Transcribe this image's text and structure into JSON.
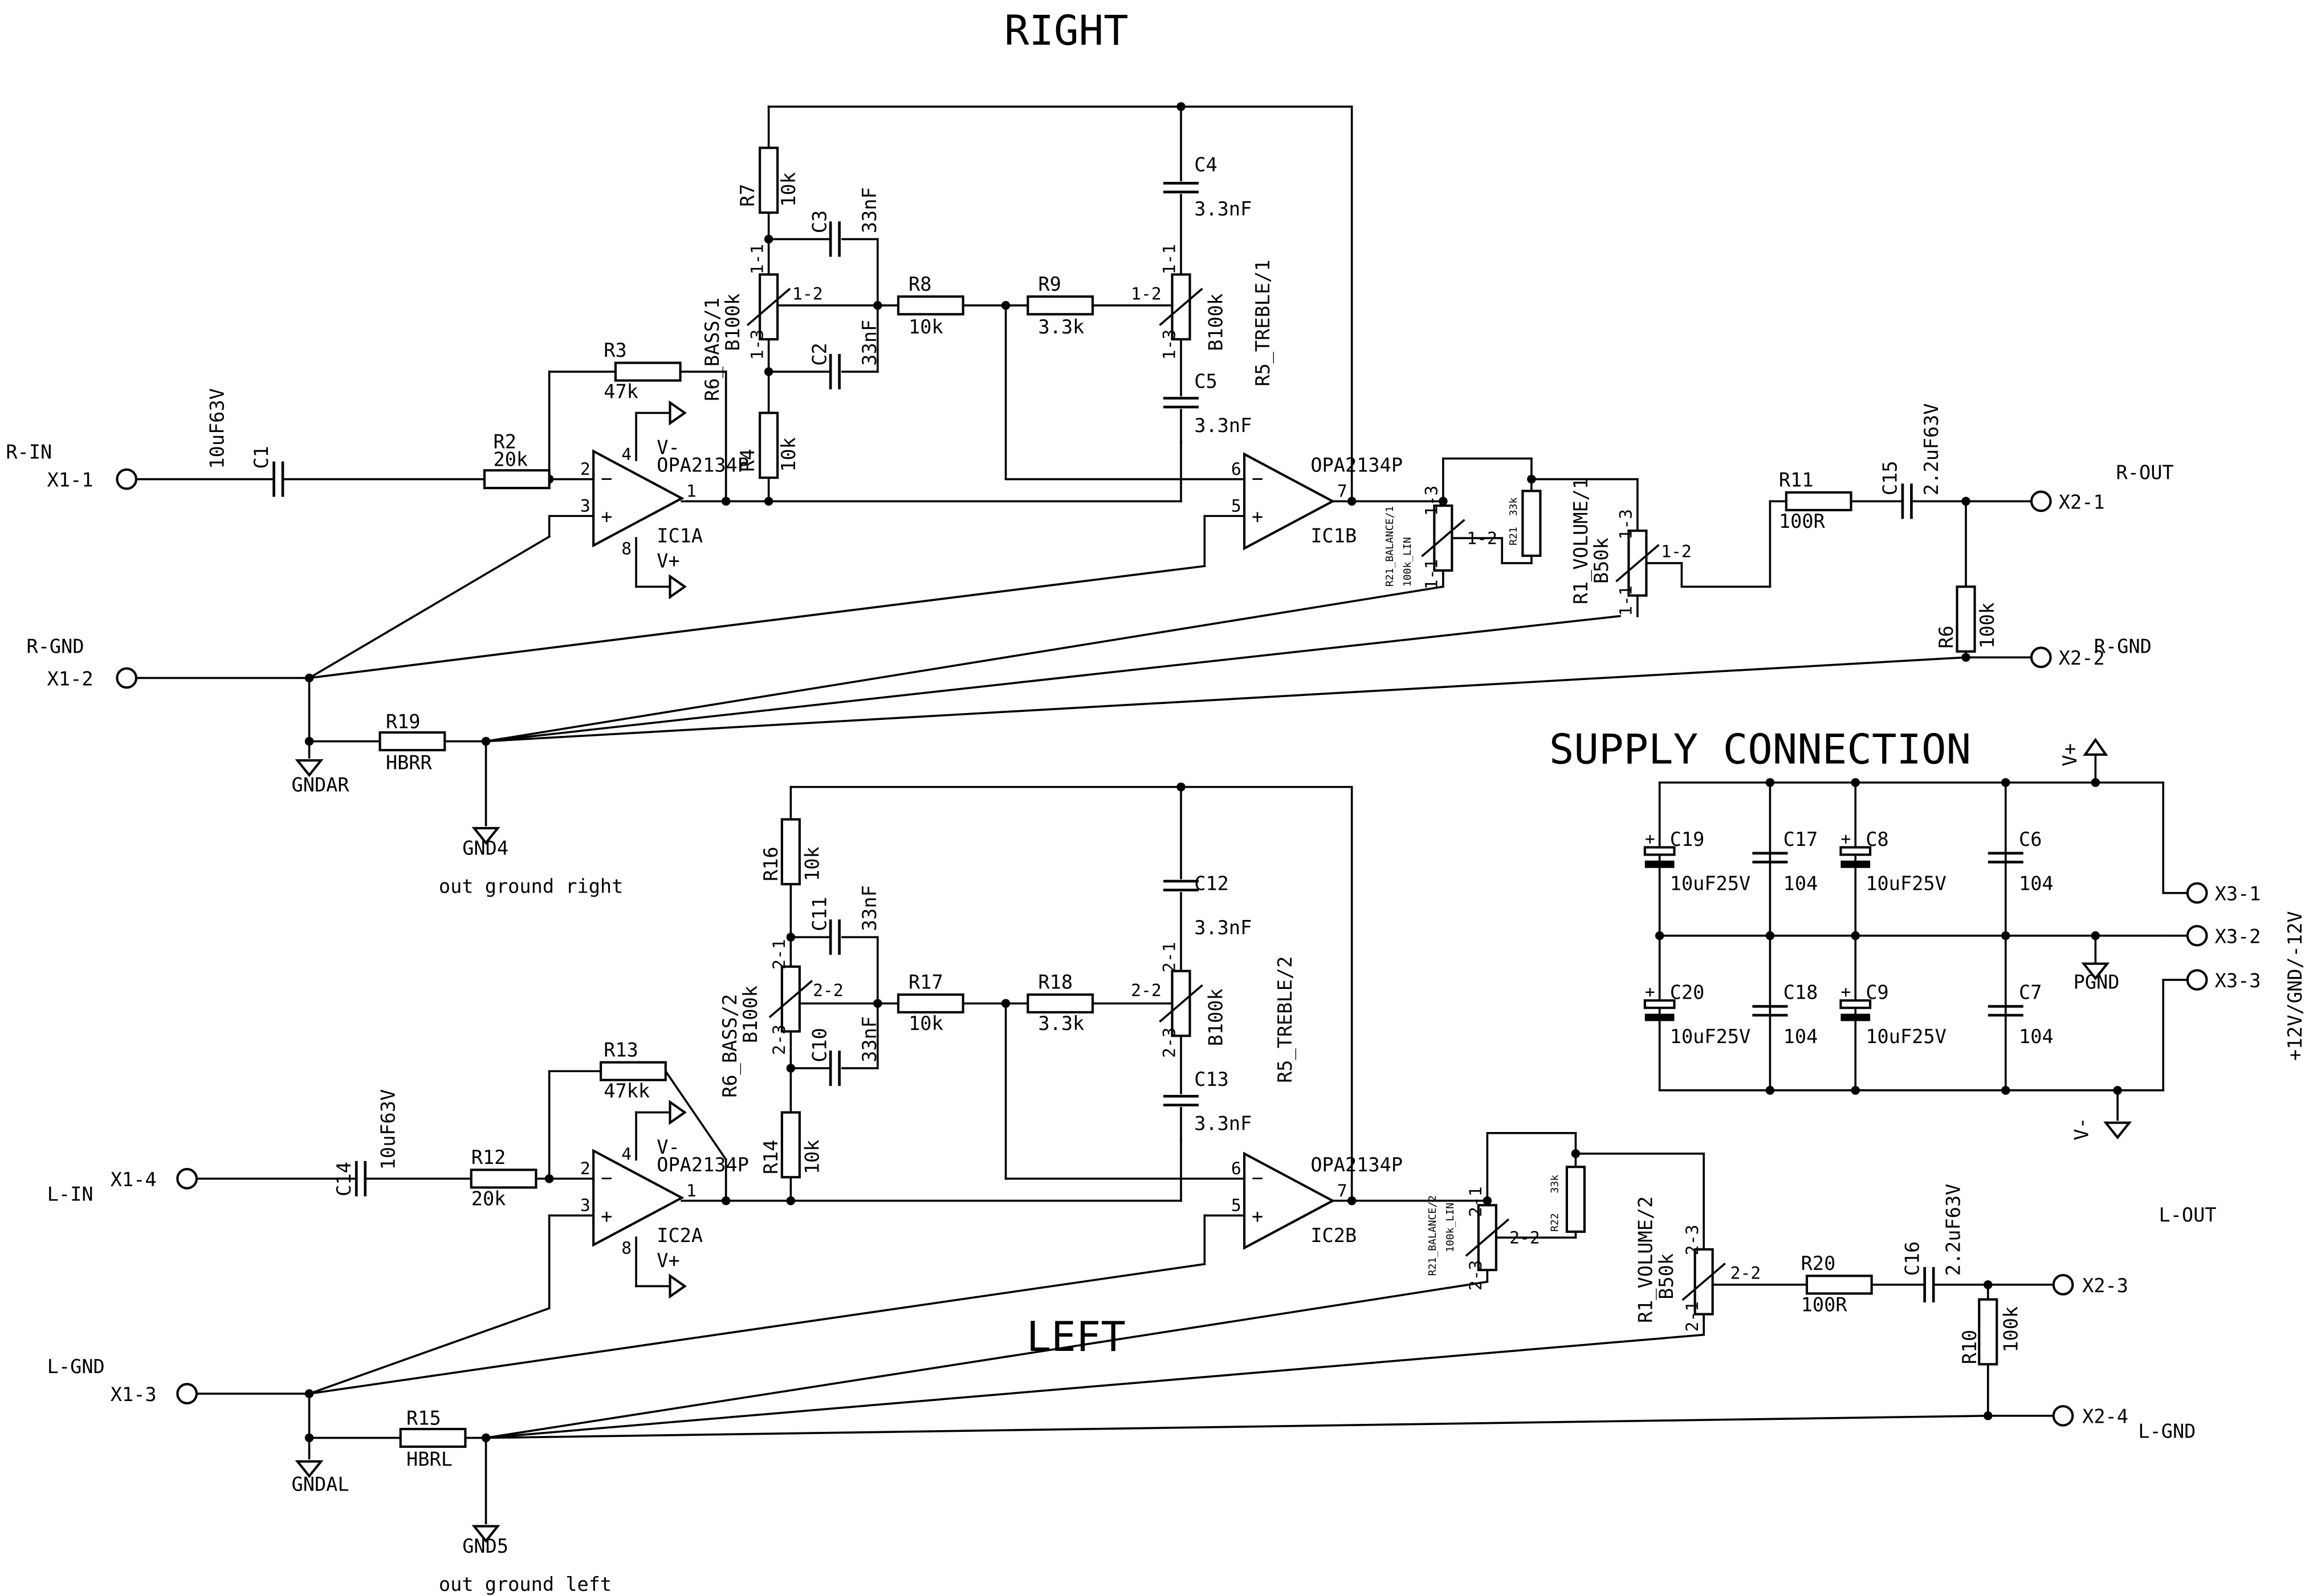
{
  "titles": {
    "right": "RIGHT",
    "left": "LEFT",
    "supply": "SUPPLY CONNECTION"
  },
  "labels": {
    "r_in": "R-IN",
    "r_gnd": "R-GND",
    "r_out": "R-OUT",
    "l_in": "L-IN",
    "l_gnd": "L-GND",
    "l_out": "L-OUT",
    "r_gnd_right": "R-GND",
    "l_gnd_right": "L-GND",
    "out_ground_right": "out ground right",
    "out_ground_left": "out ground left",
    "supply_rail": "+12V/GND/-12V",
    "gndar": "GNDAR",
    "gndal": "GNDAL",
    "gnd4": "GND4",
    "gnd5": "GND5",
    "pgnd": "PGND",
    "vplus": "V+",
    "vminus": "V-",
    "ic_vplus": "V+",
    "ic_vminus": "V-"
  },
  "connectors": {
    "x1_1": "X1-1",
    "x1_2": "X1-2",
    "x1_3": "X1-3",
    "x1_4": "X1-4",
    "x2_1": "X2-1",
    "x2_2": "X2-2",
    "x2_3": "X2-3",
    "x2_4": "X2-4",
    "x3_1": "X3-1",
    "x3_2": "X3-2",
    "x3_3": "X3-3"
  },
  "parts": {
    "c1": {
      "name": "C1",
      "value": "10uF63V"
    },
    "r2": {
      "name": "R2",
      "value": "20k"
    },
    "r3": {
      "name": "R3",
      "value": "47k"
    },
    "r7": {
      "name": "R7",
      "value": "10k"
    },
    "c3": {
      "name": "C3",
      "value": "33nF"
    },
    "c2": {
      "name": "C2",
      "value": "33nF"
    },
    "r4": {
      "name": "R4",
      "value": "10k"
    },
    "bass1": {
      "name": "R6_BASS/1",
      "value": "B100k",
      "p1": "1-1",
      "p2": "1-2",
      "p3": "1-3"
    },
    "r8": {
      "name": "R8",
      "value": "10k"
    },
    "r9": {
      "name": "R9",
      "value": "3.3k"
    },
    "treble1": {
      "name": "R5_TREBLE/1",
      "value": "B100k",
      "p1": "1-1",
      "p2": "1-2",
      "p3": "1-3"
    },
    "c4": {
      "name": "C4",
      "value": "3.3nF"
    },
    "c5": {
      "name": "C5",
      "value": "3.3nF"
    },
    "ic1a": {
      "name": "IC1A",
      "type": "OPA2134P",
      "pin_inv": "2",
      "pin_non": "3",
      "pin_out": "1",
      "pin_v_neg": "4",
      "pin_v_pos": "8"
    },
    "ic1b": {
      "name": "IC1B",
      "type": "OPA2134P",
      "pin_inv": "6",
      "pin_non": "5",
      "pin_out": "7"
    },
    "bal1": {
      "name": "R21_BALANCE/1",
      "value": "100k_LIN",
      "p1": "1-3",
      "p2": "1-2",
      "p3": "1-1"
    },
    "r21": {
      "name": "R21",
      "value": "33k"
    },
    "vol1": {
      "name": "R1_VOLUME/1",
      "value": "B50k",
      "p1": "1-3",
      "p2": "1-2",
      "p3": "1-1"
    },
    "r11": {
      "name": "R11",
      "value": "100R"
    },
    "c15": {
      "name": "C15",
      "value": "2.2uF63V"
    },
    "r6": {
      "name": "R6",
      "value": "100k"
    },
    "r19": {
      "name": "R19",
      "value": "HBRR"
    },
    "c14": {
      "name": "C14",
      "value": "10uF63V"
    },
    "r12": {
      "name": "R12",
      "value": "20k"
    },
    "r13": {
      "name": "R13",
      "value": "47kk"
    },
    "r16": {
      "name": "R16",
      "value": "10k"
    },
    "c11": {
      "name": "C11",
      "value": "33nF"
    },
    "c10": {
      "name": "C10",
      "value": "33nF"
    },
    "r14": {
      "name": "R14",
      "value": "10k"
    },
    "bass2": {
      "name": "R6_BASS/2",
      "value": "B100k",
      "p1": "2-1",
      "p2": "2-2",
      "p3": "2-3"
    },
    "r17": {
      "name": "R17",
      "value": "10k"
    },
    "r18": {
      "name": "R18",
      "value": "3.3k"
    },
    "treble2": {
      "name": "R5_TREBLE/2",
      "value": "B100k",
      "p1": "2-1",
      "p2": "2-2",
      "p3": "2-3"
    },
    "c12": {
      "name": "C12",
      "value": "3.3nF"
    },
    "c13": {
      "name": "C13",
      "value": "3.3nF"
    },
    "ic2a": {
      "name": "IC2A",
      "type": "OPA2134P",
      "pin_inv": "2",
      "pin_non": "3",
      "pin_out": "1",
      "pin_v_neg": "4",
      "pin_v_pos": "8"
    },
    "ic2b": {
      "name": "IC2B",
      "type": "OPA2134P",
      "pin_inv": "6",
      "pin_non": "5",
      "pin_out": "7"
    },
    "bal2": {
      "name": "R21_BALANCE/2",
      "value": "100k_LIN",
      "p1": "2-1",
      "p2": "2-2",
      "p3": "2-3"
    },
    "r22": {
      "name": "R22",
      "value": "33k"
    },
    "vol2": {
      "name": "R1_VOLUME/2",
      "value": "B50k",
      "p1": "2-3",
      "p2": "2-2",
      "p3": "2-1"
    },
    "r20": {
      "name": "R20",
      "value": "100R"
    },
    "c16": {
      "name": "C16",
      "value": "2.2uF63V"
    },
    "r10": {
      "name": "R10",
      "value": "100k"
    },
    "r15": {
      "name": "R15",
      "value": "HBRL"
    },
    "c19": {
      "name": "C19",
      "value": "10uF25V"
    },
    "c17": {
      "name": "C17",
      "value": "104"
    },
    "c8": {
      "name": "C8",
      "value": "10uF25V"
    },
    "c6": {
      "name": "C6",
      "value": "104"
    },
    "c20": {
      "name": "C20",
      "value": "10uF25V"
    },
    "c18": {
      "name": "C18",
      "value": "104"
    },
    "c9": {
      "name": "C9",
      "value": "10uF25V"
    },
    "c7": {
      "name": "C7",
      "value": "104"
    }
  },
  "marks": {
    "plus": "+",
    "minus": "−"
  }
}
